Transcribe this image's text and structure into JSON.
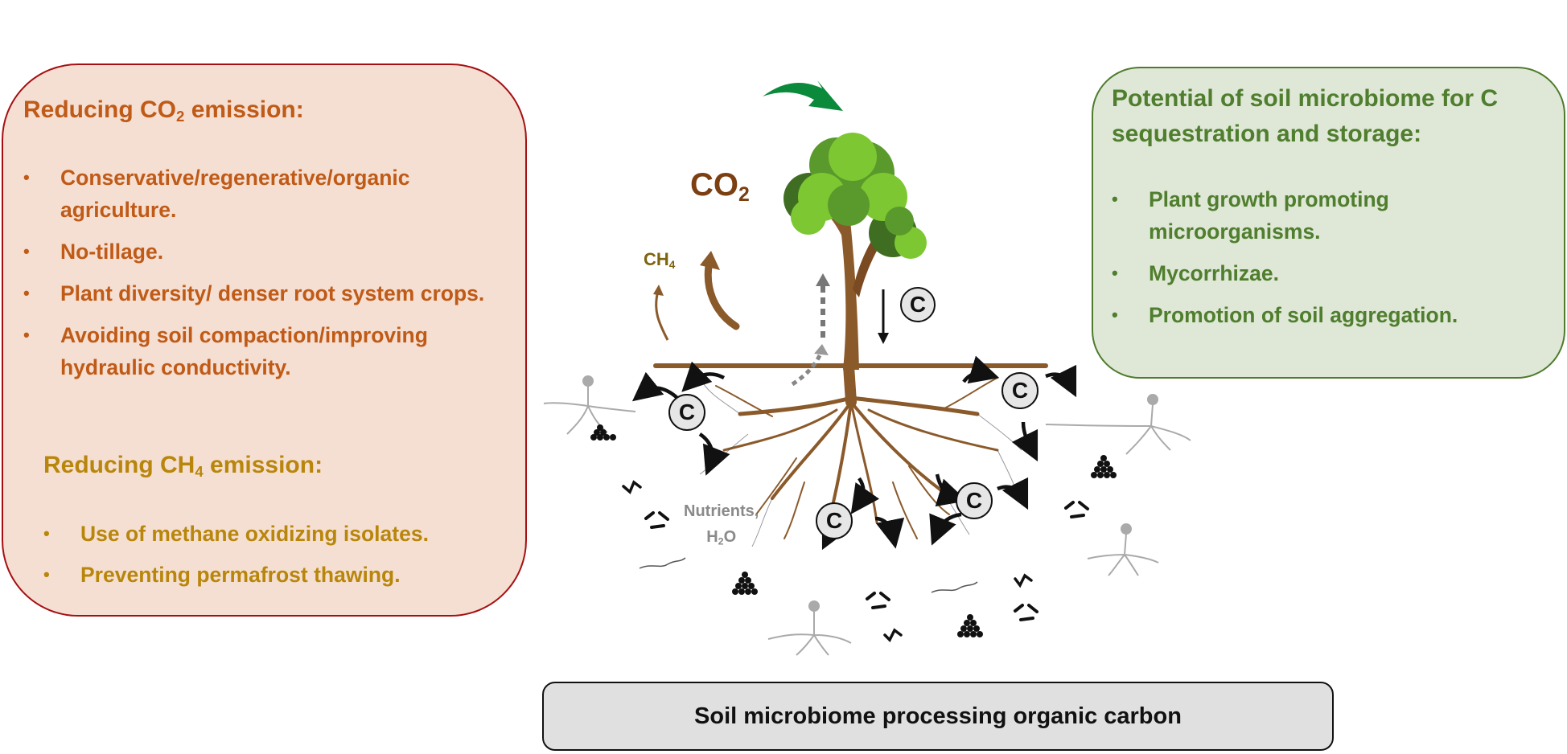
{
  "left_panel": {
    "co2_section": {
      "heading_prefix": "Reducing CO",
      "heading_sub": "2",
      "heading_suffix": " emission:",
      "items": [
        "Conservative/regenerative/organic agriculture.",
        "No-tillage.",
        "Plant diversity/ denser root system crops.",
        "Avoiding soil compaction/improving hydraulic conductivity."
      ]
    },
    "ch4_section": {
      "heading_prefix": "Reducing CH",
      "heading_sub": "4",
      "heading_suffix": " emission:",
      "items": [
        "Use of methane oxidizing isolates.",
        "Preventing permafrost thawing."
      ]
    },
    "bullet": "•"
  },
  "right_panel": {
    "heading": "Potential of soil microbiome for C sequestration and storage:",
    "items": [
      "Plant growth promoting microorganisms.",
      "Mycorrhizae.",
      "Promotion of soil aggregation."
    ]
  },
  "illustration": {
    "co2_label": {
      "prefix": "CO",
      "sub": "2"
    },
    "ch4_label": {
      "prefix": "CH",
      "sub": "4"
    },
    "nutrients_label": {
      "line1": "Nutrients,",
      "line2_prefix": "H",
      "line2_sub": "2",
      "line2_suffix": "O"
    },
    "carbon_symbol": "C"
  },
  "bottom_box": {
    "label": "Soil microbiome processing organic carbon"
  },
  "colors": {
    "co2_box_fill": "#f5dfd2",
    "co2_box_border": "#a50f12",
    "co2_text": "#c05a17",
    "ch4_text": "#b8860b",
    "green_box_fill": "#dfe7d6",
    "green_box_border": "#4e7b2c",
    "green_text": "#4f7e2e",
    "root_brown": "#8b5a2b",
    "arrow_green": "#0a8a3a"
  }
}
